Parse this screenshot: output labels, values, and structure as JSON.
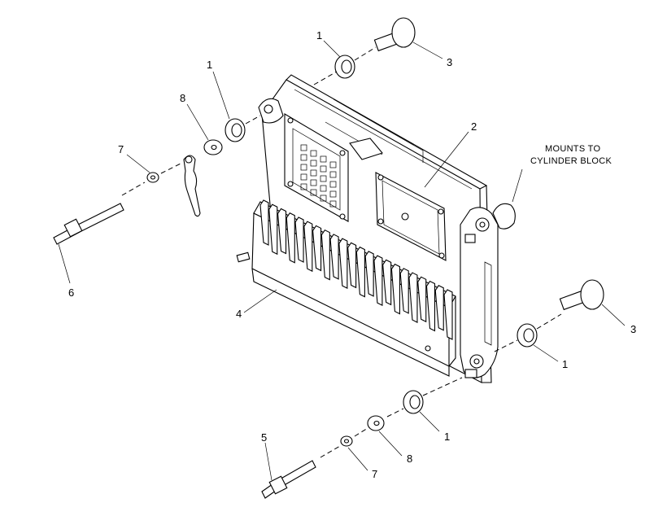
{
  "callouts": {
    "c1a": "1",
    "c1b": "1",
    "c1c": "1",
    "c1d": "1",
    "c2": "2",
    "c3a": "3",
    "c3b": "3",
    "c4": "4",
    "c5": "5",
    "c6": "6",
    "c7a": "7",
    "c7b": "7",
    "c8a": "8",
    "c8b": "8"
  },
  "note": {
    "line1": "MOUNTS TO",
    "line2": "CYLINDER BLOCK"
  }
}
